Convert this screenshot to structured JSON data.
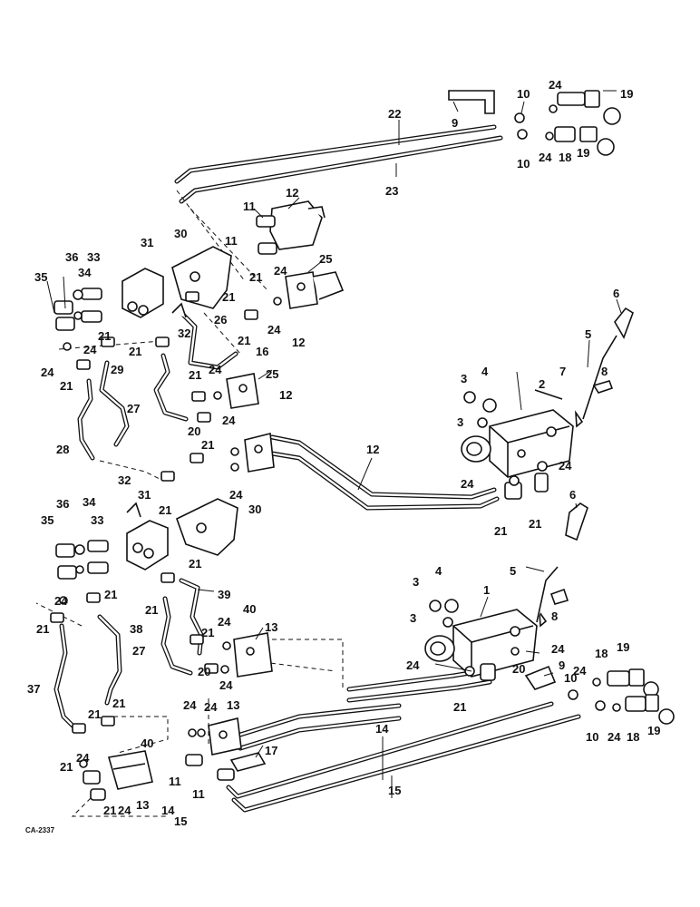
{
  "figure_code": "CA-2337",
  "callouts": [
    {
      "id": "c22",
      "text": "22"
    },
    {
      "id": "c9a",
      "text": "9"
    },
    {
      "id": "c23",
      "text": "23"
    },
    {
      "id": "c10a",
      "text": "10"
    },
    {
      "id": "c10b",
      "text": "10"
    },
    {
      "id": "c24a",
      "text": "24"
    },
    {
      "id": "c24b",
      "text": "24"
    },
    {
      "id": "c19a",
      "text": "19"
    },
    {
      "id": "c19b",
      "text": "19"
    },
    {
      "id": "c18a",
      "text": "18"
    },
    {
      "id": "c11a",
      "text": "11"
    },
    {
      "id": "c11b",
      "text": "11"
    },
    {
      "id": "c12a",
      "text": "12"
    },
    {
      "id": "c30a",
      "text": "30"
    },
    {
      "id": "c31a",
      "text": "31"
    },
    {
      "id": "c36a",
      "text": "36"
    },
    {
      "id": "c33a",
      "text": "33"
    },
    {
      "id": "c34a",
      "text": "34"
    },
    {
      "id": "c35a",
      "text": "35"
    },
    {
      "id": "c21a",
      "text": "21"
    },
    {
      "id": "c21b",
      "text": "21"
    },
    {
      "id": "c24c",
      "text": "24"
    },
    {
      "id": "c25a",
      "text": "25"
    },
    {
      "id": "c24d",
      "text": "24"
    },
    {
      "id": "c12b",
      "text": "12"
    },
    {
      "id": "c6a",
      "text": "6"
    },
    {
      "id": "c5a",
      "text": "5"
    },
    {
      "id": "c32a",
      "text": "32"
    },
    {
      "id": "c26a",
      "text": "26"
    },
    {
      "id": "c21c",
      "text": "21"
    },
    {
      "id": "c16a",
      "text": "16"
    },
    {
      "id": "c21d",
      "text": "21"
    },
    {
      "id": "c24e",
      "text": "24"
    },
    {
      "id": "c21e",
      "text": "21"
    },
    {
      "id": "c24f",
      "text": "24"
    },
    {
      "id": "c21f",
      "text": "21"
    },
    {
      "id": "c29a",
      "text": "29"
    },
    {
      "id": "c21g",
      "text": "21"
    },
    {
      "id": "c24g",
      "text": "24"
    },
    {
      "id": "c25b",
      "text": "25"
    },
    {
      "id": "c12c",
      "text": "12"
    },
    {
      "id": "c3a",
      "text": "3"
    },
    {
      "id": "c4a",
      "text": "4"
    },
    {
      "id": "c2a",
      "text": "2"
    },
    {
      "id": "c7a",
      "text": "7"
    },
    {
      "id": "c8a",
      "text": "8"
    },
    {
      "id": "c3b",
      "text": "3"
    },
    {
      "id": "c27a",
      "text": "27"
    },
    {
      "id": "c20a",
      "text": "20"
    },
    {
      "id": "c24h",
      "text": "24"
    },
    {
      "id": "c28a",
      "text": "28"
    },
    {
      "id": "c21h",
      "text": "21"
    },
    {
      "id": "c12d",
      "text": "12"
    },
    {
      "id": "c24i",
      "text": "24"
    },
    {
      "id": "c24j",
      "text": "24"
    },
    {
      "id": "c24k",
      "text": "24"
    },
    {
      "id": "c32b",
      "text": "32"
    },
    {
      "id": "c31b",
      "text": "31"
    },
    {
      "id": "c21i",
      "text": "21"
    },
    {
      "id": "c21j",
      "text": "21"
    },
    {
      "id": "c21k",
      "text": "21"
    },
    {
      "id": "c30b",
      "text": "30"
    },
    {
      "id": "c6b",
      "text": "6"
    },
    {
      "id": "c36b",
      "text": "36"
    },
    {
      "id": "c34b",
      "text": "34"
    },
    {
      "id": "c35b",
      "text": "35"
    },
    {
      "id": "c33b",
      "text": "33"
    },
    {
      "id": "c21l",
      "text": "21"
    },
    {
      "id": "c5b",
      "text": "5"
    },
    {
      "id": "c4b",
      "text": "4"
    },
    {
      "id": "c3c",
      "text": "3"
    },
    {
      "id": "c1a",
      "text": "1"
    },
    {
      "id": "c24l",
      "text": "24"
    },
    {
      "id": "c21m",
      "text": "21"
    },
    {
      "id": "c39a",
      "text": "39"
    },
    {
      "id": "c21n",
      "text": "21"
    },
    {
      "id": "c40a",
      "text": "40"
    },
    {
      "id": "c8b",
      "text": "8"
    },
    {
      "id": "c3d",
      "text": "3"
    },
    {
      "id": "c21o",
      "text": "21"
    },
    {
      "id": "c38a",
      "text": "38"
    },
    {
      "id": "c24m",
      "text": "24"
    },
    {
      "id": "c13a",
      "text": "13"
    },
    {
      "id": "c21p",
      "text": "21"
    },
    {
      "id": "c27b",
      "text": "27"
    },
    {
      "id": "c24n",
      "text": "24"
    },
    {
      "id": "c20b",
      "text": "20"
    },
    {
      "id": "c24o",
      "text": "24"
    },
    {
      "id": "c24p",
      "text": "24"
    },
    {
      "id": "c20c",
      "text": "20"
    },
    {
      "id": "c9b",
      "text": "9"
    },
    {
      "id": "c18b",
      "text": "18"
    },
    {
      "id": "c19c",
      "text": "19"
    },
    {
      "id": "c24q",
      "text": "24"
    },
    {
      "id": "c10c",
      "text": "10"
    },
    {
      "id": "c37a",
      "text": "37"
    },
    {
      "id": "c21q",
      "text": "21"
    },
    {
      "id": "c21r",
      "text": "21"
    },
    {
      "id": "c21s",
      "text": "21"
    },
    {
      "id": "c24r",
      "text": "24"
    },
    {
      "id": "c24s",
      "text": "24"
    },
    {
      "id": "c13b",
      "text": "13"
    },
    {
      "id": "c10d",
      "text": "10"
    },
    {
      "id": "c24t",
      "text": "24"
    },
    {
      "id": "c18c",
      "text": "18"
    },
    {
      "id": "c19d",
      "text": "19"
    },
    {
      "id": "c14a",
      "text": "14"
    },
    {
      "id": "c40b",
      "text": "40"
    },
    {
      "id": "c17a",
      "text": "17"
    },
    {
      "id": "c24u",
      "text": "24"
    },
    {
      "id": "c21t",
      "text": "21"
    },
    {
      "id": "c11c",
      "text": "11"
    },
    {
      "id": "c11d",
      "text": "11"
    },
    {
      "id": "c15a",
      "text": "15"
    },
    {
      "id": "c13c",
      "text": "13"
    },
    {
      "id": "c24v",
      "text": "24"
    },
    {
      "id": "c21u",
      "text": "21"
    },
    {
      "id": "c14b",
      "text": "14"
    },
    {
      "id": "c15b",
      "text": "15"
    }
  ]
}
